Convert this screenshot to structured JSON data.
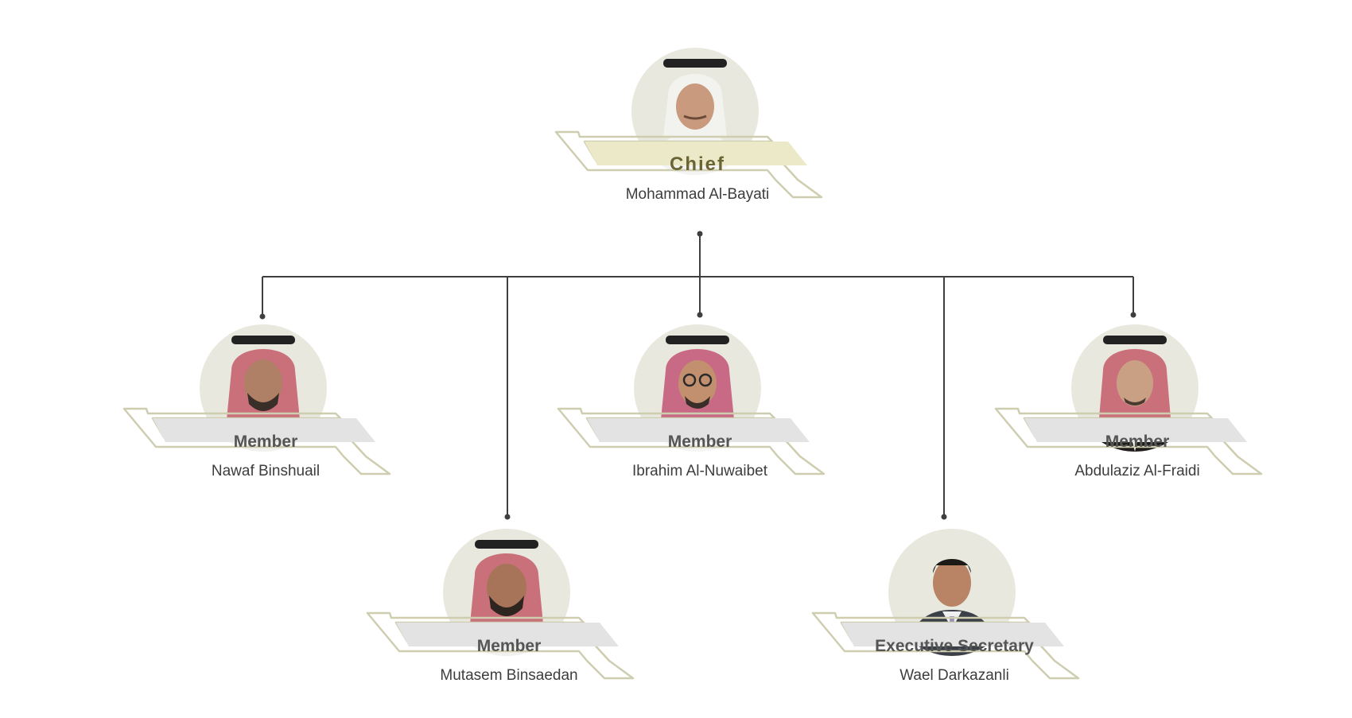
{
  "org": {
    "chief": {
      "role": "Chief",
      "name": "Mohammad Al-Bayati"
    },
    "members": [
      {
        "role": "Member",
        "name": "Nawaf Binshuail"
      },
      {
        "role": "Member",
        "name": "Mutasem Binsaedan"
      },
      {
        "role": "Member",
        "name": "Ibrahim Al-Nuwaibet"
      },
      {
        "role": "Executive Secretary",
        "name": "Wael Darkazanli"
      },
      {
        "role": "Member",
        "name": "Abdulaziz Al-Fraidi"
      }
    ]
  },
  "colors": {
    "connector": "#3f3f3f",
    "frame": "#cfcdb0",
    "chief_band": "#ece9c8",
    "member_band": "#e3e3e3",
    "avatar_bg": "#e9e8de"
  }
}
